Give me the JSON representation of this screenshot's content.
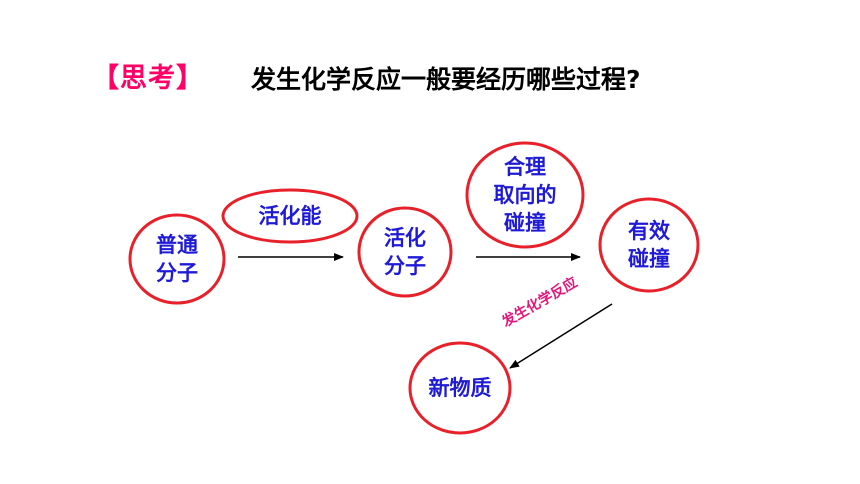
{
  "header": {
    "tag": "【思考】",
    "question": "发生化学反应一般要经历哪些过程?"
  },
  "nodes": {
    "ordinary_molecule": "普通\n分子",
    "activation_energy": "活化能",
    "activated_molecule": "活化\n分子",
    "proper_orientation_collision": "合理\n取向的\n碰撞",
    "effective_collision": "有效\n碰撞",
    "new_substance": "新物质"
  },
  "labels": {
    "chemical_reaction": "发生化学反应"
  },
  "colors": {
    "circle_stroke": "#e8202a",
    "node_text": "#1f1ad6",
    "tag": "#ff0066",
    "reaction_label": "#e6157a",
    "arrow": "#000000"
  }
}
